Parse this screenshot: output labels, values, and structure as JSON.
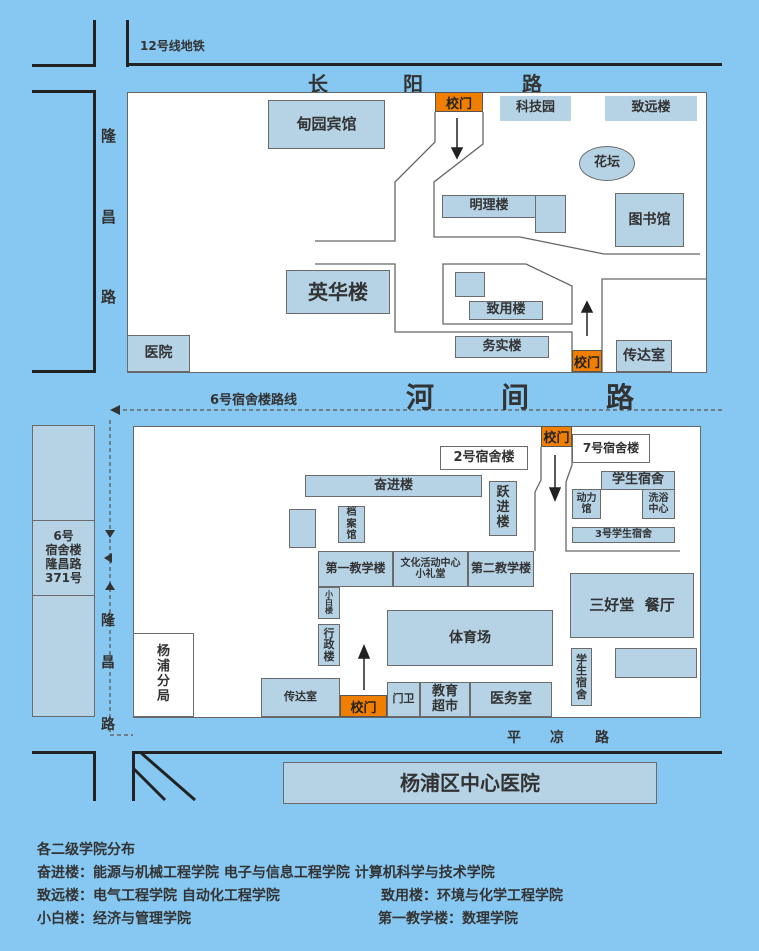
{
  "roads": {
    "changyang": [
      "长",
      "阳",
      "路"
    ],
    "longchang": [
      "隆",
      "昌",
      "路"
    ],
    "hejian": [
      "河",
      "间",
      "路"
    ],
    "pingliang": [
      "平",
      "凉",
      "路"
    ],
    "metro": "12号线地铁",
    "route": "6号宿舍楼路线"
  },
  "north_campus": {
    "gate_top": "校门",
    "gate_bottom": "校门",
    "dianyuan": "甸园宾馆",
    "kejiyuan": "科技园",
    "zhiyuan": "致远楼",
    "huatan": "花坛",
    "mingli": "明理楼",
    "library": "图书馆",
    "yinghua": "英华楼",
    "zhiyong": "致用楼",
    "wushi": "务实楼",
    "hospital": "医院",
    "reception": "传达室"
  },
  "dorm6": "6号\n宿舍楼\n隆昌路\n371号",
  "south_campus": {
    "gate_top": "校门",
    "dorm7": "7号宿舍楼",
    "dorm2": "2号宿舍楼",
    "fenjin": "奋进楼",
    "yuejin": "跃\n进\n楼",
    "archive": "档\n案\n馆",
    "student_dorm": "学生宿舍",
    "power": "动力\n馆",
    "bath": "洗浴\n中心",
    "dorm3": "3号学生宿舍",
    "teach1": "第一教学楼",
    "culture": "文化活动中心\n小礼堂",
    "teach2": "第二教学楼",
    "xiaobai": "小\n白\n楼",
    "admin": "行\n政\n楼",
    "stadium": "体育场",
    "canteen": "三好堂  餐厅",
    "student_dorm2": "学\n生\n宿\n舍",
    "reception": "传达室",
    "gate_bottom": "校门",
    "guard": "门卫",
    "market": "教育\n超市",
    "clinic": "医务室",
    "police": "杨\n浦\n分\n局"
  },
  "central_hospital": "杨浦区中心医院",
  "legend": {
    "title": "各二级学院分布",
    "l1": "奋进楼：能源与机械工程学院  电子与信息工程学院  计算机科学与技术学院",
    "l2a": "致远楼：电气工程学院  自动化工程学院",
    "l2b": "致用楼：环境与化学工程学院",
    "l3a": "小白楼：经济与管理学院",
    "l3b": "第一教学楼：数理学院"
  }
}
